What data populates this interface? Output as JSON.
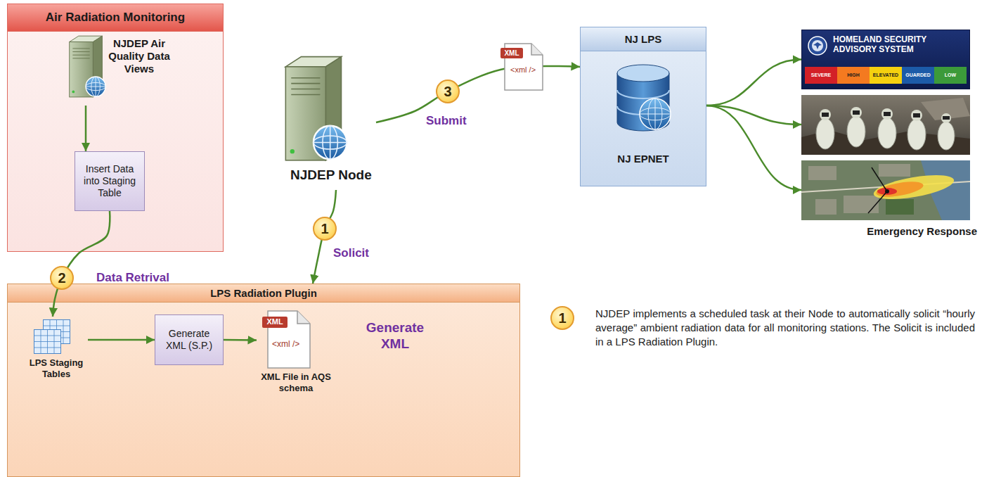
{
  "diagram": {
    "nodes": [
      {
        "text": [
          "Air Radiation Monitoring"
        ]
      },
      {
        "text": [
          "NJDEP Air Quality Data Views"
        ],
        "in": 0
      },
      {
        "text": [
          "Insert Data into Staging Table"
        ],
        "in": 0
      },
      {
        "text": [
          "NJDEP Node"
        ]
      },
      {
        "text": [
          "NJ LPS"
        ]
      },
      {
        "text": [
          "NJ EPNET"
        ],
        "in": 4
      },
      {
        "text": [
          "LPS Radiation Plugin"
        ]
      },
      {
        "text": [
          "LPS Staging Tables"
        ],
        "in": 6
      },
      {
        "text": [
          "Generate XML (S.P.)"
        ],
        "in": 6
      },
      {
        "text": [
          "XML",
          "<xml />",
          "XML File in AQS schema"
        ],
        "in": 6
      },
      {
        "text": [
          "HOMELAND SECURITY ADVISORY SYSTEM",
          "SEVERE",
          "HIGH",
          "ELEVATED",
          "GUARDED",
          "LOW"
        ]
      },
      {
        "text": [
          "Emergency Response"
        ]
      }
    ],
    "edges": [
      {
        "from": 1,
        "to": 2,
        "arrow": "to"
      },
      {
        "from": 3,
        "to": 6,
        "label": "Solicit",
        "arrow": "to"
      },
      {
        "from": 2,
        "to": 7,
        "label": "Data Retrival",
        "arrow": "to"
      },
      {
        "from": 3,
        "to": 4,
        "label": "Submit",
        "arrow": "to"
      },
      {
        "from": 7,
        "to": 8,
        "arrow": "to"
      },
      {
        "from": 8,
        "to": 9,
        "arrow": "to"
      },
      {
        "from": 4,
        "to": 10,
        "arrow": "to"
      },
      {
        "from": 4,
        "to": 11,
        "arrow": "to"
      }
    ],
    "labels": [
      "1",
      "2",
      "3",
      "Generate XML",
      "XML",
      "<xml />",
      "1",
      "NJDEP implements a scheduled task at their Node to automatically solicit “hourly average” ambient radiation data for all monitoring stations. The Solicit is included in a LPS Radiation Plugin."
    ]
  }
}
